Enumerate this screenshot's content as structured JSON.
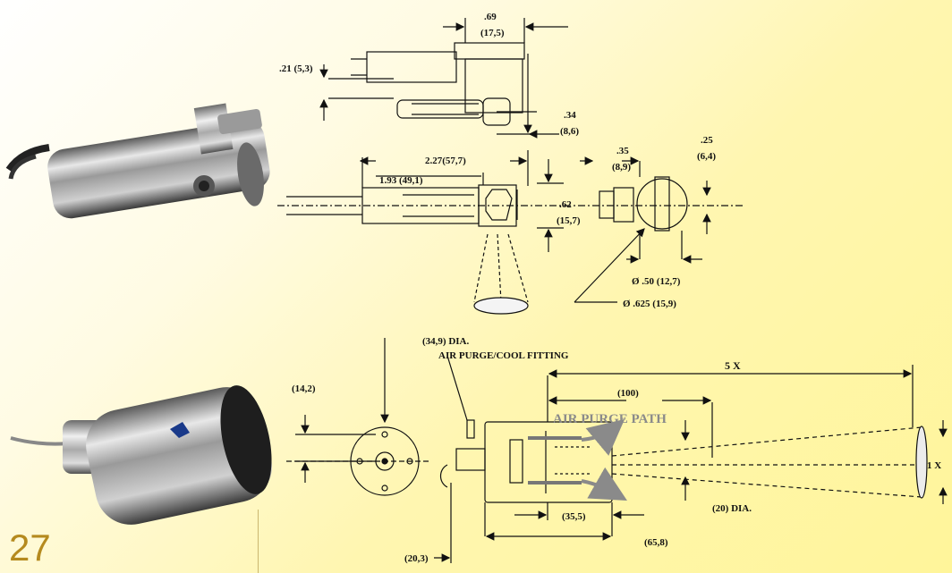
{
  "page_number": "27",
  "colors": {
    "background": "#fff6b0",
    "accent": "#b58a1e",
    "ink": "#111111"
  },
  "top_drawing": {
    "dimensions": {
      "d_069": ".69",
      "d_175": "(17,5)",
      "d_021": ".21 (5,3)",
      "d_034": ".34",
      "d_086": "(8,6)",
      "d_227": "2.27(57,7)",
      "d_193": "1.93 (49,1)",
      "d_062": ".62",
      "d_157": "(15,7)",
      "d_035": ".35",
      "d_089": "(8,9)",
      "d_025": ".25",
      "d_064": "(6,4)",
      "d_dia050": "Ø .50 (12,7)",
      "d_dia0625": "Ø .625 (15,9)"
    }
  },
  "bottom_drawing": {
    "dimensions": {
      "d_349": "(34,9) DIA.",
      "fitting": "AIR PURGE/COOL FITTING",
      "d_142": "(14,2)",
      "d_5x": "5 X",
      "d_100": "(100)",
      "purge_path": "AIR PURGE PATH",
      "d_1x": "1 X",
      "d_20dia": "(20) DIA.",
      "d_355": "(35,5)",
      "d_203": "(20,3)",
      "d_658": "(65,8)"
    }
  }
}
